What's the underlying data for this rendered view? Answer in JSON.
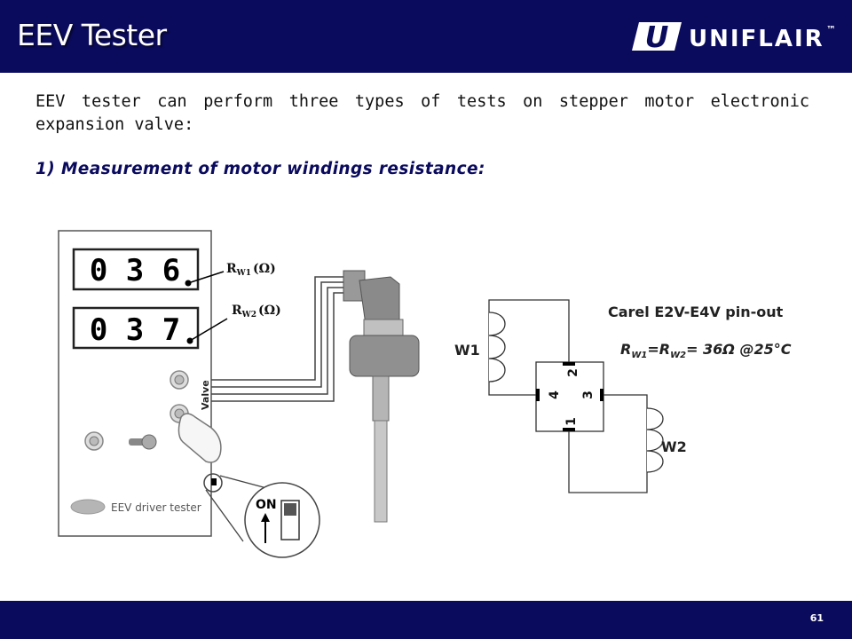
{
  "header": {
    "title": "EEV Tester",
    "brand": "UNIFLAIR",
    "brand_mark": "U",
    "brand_tm": "™",
    "color": "#0b0b5e"
  },
  "body": {
    "intro": "EEV tester can perform three types of tests on stepper motor electronic expansion valve:",
    "subhead": "1) Measurement of motor windings resistance:"
  },
  "tester": {
    "display1": "0 3 6",
    "display2": "0 3 7",
    "rw1_label_main": "R",
    "rw1_label_sub": "W1",
    "rw1_label_unit": "(Ω)",
    "rw2_label_main": "R",
    "rw2_label_sub": "W2",
    "rw2_label_unit": "(Ω)",
    "valve_label": "Valve",
    "device_label": "EEV driver tester",
    "on_label": "ON"
  },
  "pinout": {
    "title": "Carel  E2V-E4V  pin-out",
    "formula_r": "R",
    "formula_w1": "W1",
    "formula_eq": "=R",
    "formula_w2": "W2",
    "formula_value": "= 36Ω @25°C",
    "w1": "W1",
    "w2": "W2",
    "pins": [
      "1",
      "2",
      "3",
      "4"
    ]
  },
  "footer": {
    "page_number": "61"
  }
}
